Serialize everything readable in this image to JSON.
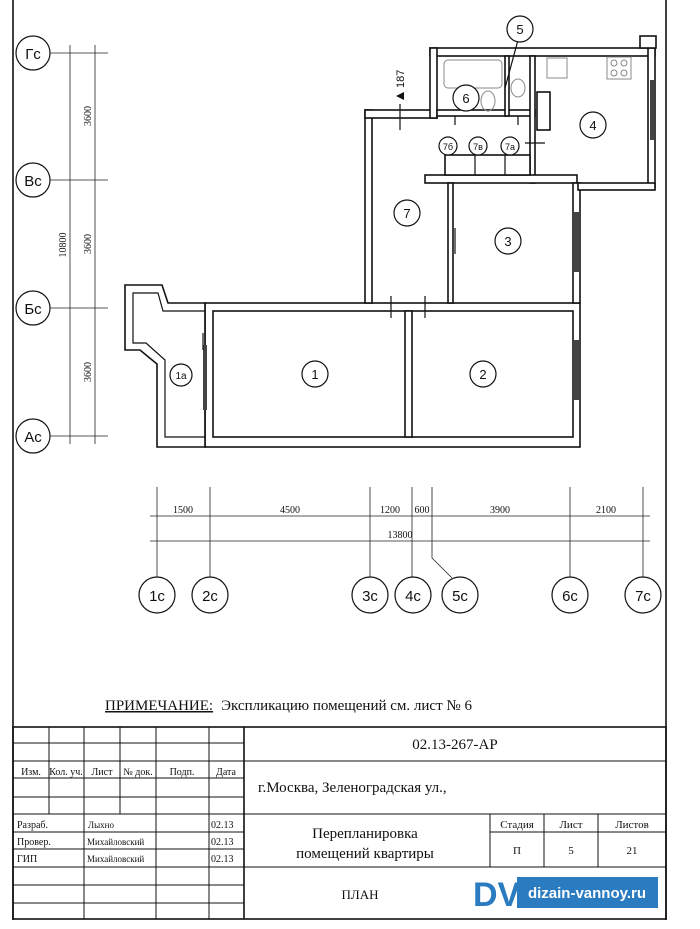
{
  "axes_vertical": [
    "Гс",
    "Вс",
    "Бс",
    "Ас"
  ],
  "dims_vertical": {
    "total": "10800",
    "segments": [
      "3600",
      "3600",
      "3600"
    ]
  },
  "level_mark": "187",
  "rooms": {
    "r1": "1",
    "r1a": "1а",
    "r2": "2",
    "r3": "3",
    "r4": "4",
    "r5": "5",
    "r6": "6",
    "r7": "7",
    "r7a": "7а",
    "r7b": "7б",
    "r7v": "7в"
  },
  "dims_horizontal": {
    "segments": [
      "1500",
      "4500",
      "1200",
      "600",
      "3900",
      "2100"
    ],
    "total": "13800"
  },
  "axes_horizontal": [
    "1с",
    "2с",
    "3с",
    "4с",
    "5с",
    "6с",
    "7с"
  ],
  "note": {
    "label": "ПРИМЕЧАНИЕ:",
    "text": "Экспликацию помещений см. лист № 6"
  },
  "title_block": {
    "code": "02.13-267-АР",
    "address": "г.Москва, Зеленоградская ул.,",
    "headers": [
      "Изм.",
      "Кол. уч.",
      "Лист",
      "№ док.",
      "Подп.",
      "Дата"
    ],
    "signatures": [
      {
        "role": "Разраб.",
        "name": "Лыхно",
        "date": "02.13"
      },
      {
        "role": "Провер.",
        "name": "Михайловский",
        "date": "02.13"
      },
      {
        "role": "ГИП",
        "name": "Михайловский",
        "date": "02.13"
      }
    ],
    "project_title_line1": "Перепланировка",
    "project_title_line2": "помещений квартиры",
    "stage_label": "Стадия",
    "sheet_label": "Лист",
    "sheets_label": "Листов",
    "stage": "П",
    "sheet": "5",
    "sheets": "21",
    "drawing_name": "ПЛАН",
    "logo_text": "dizain-vannoy.ru",
    "logo_mark": "DV",
    "logo_color": "#2a7bc0"
  }
}
